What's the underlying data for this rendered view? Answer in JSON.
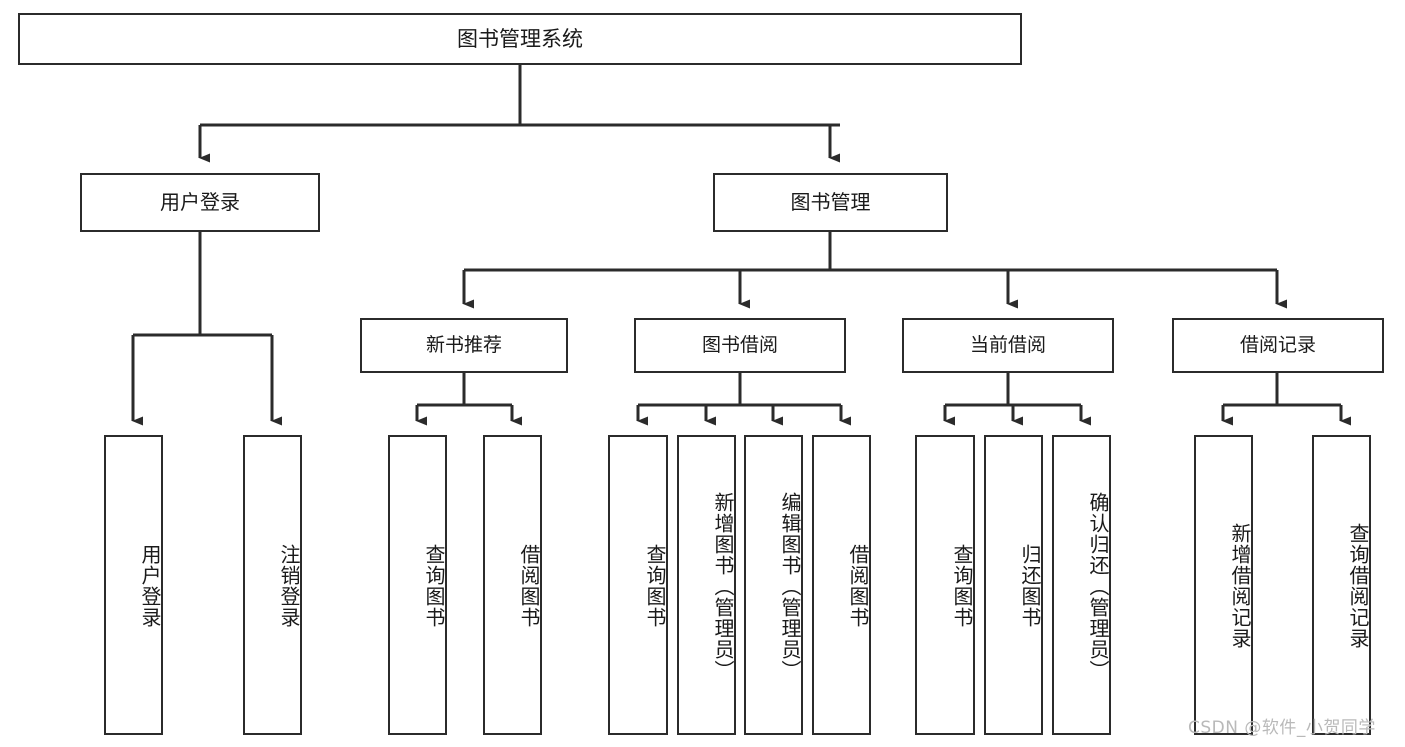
{
  "diagram": {
    "title": "图书管理系统",
    "type": "hierarchy-tree",
    "root": {
      "id": "root",
      "label": "图书管理系统"
    },
    "level2": [
      {
        "id": "user-login",
        "label": "用户登录"
      },
      {
        "id": "book-manage",
        "label": "图书管理"
      }
    ],
    "level3": [
      {
        "id": "new-book-rec",
        "label": "新书推荐"
      },
      {
        "id": "book-borrow",
        "label": "图书借阅"
      },
      {
        "id": "current-borrow",
        "label": "当前借阅"
      },
      {
        "id": "borrow-record",
        "label": "借阅记录"
      }
    ],
    "leaves": {
      "user_login": [
        {
          "id": "leaf-user-login",
          "label": "用户登录"
        },
        {
          "id": "leaf-logout",
          "label": "注销登录"
        }
      ],
      "new_book_rec": [
        {
          "id": "leaf-query-book-1",
          "label": "查询图书"
        },
        {
          "id": "leaf-borrow-book-1",
          "label": "借阅图书"
        }
      ],
      "book_borrow": [
        {
          "id": "leaf-query-book-2",
          "label": "查询图书"
        },
        {
          "id": "leaf-add-book",
          "label": "新增图书（管理员）"
        },
        {
          "id": "leaf-edit-book",
          "label": "编辑图书（管理员）"
        },
        {
          "id": "leaf-borrow-book-2",
          "label": "借阅图书"
        }
      ],
      "current_borrow": [
        {
          "id": "leaf-query-book-3",
          "label": "查询图书"
        },
        {
          "id": "leaf-return-book",
          "label": "归还图书"
        },
        {
          "id": "leaf-confirm-return",
          "label": "确认归还（管理员）"
        }
      ],
      "borrow_record": [
        {
          "id": "leaf-add-record",
          "label": "新增借阅记录"
        },
        {
          "id": "leaf-query-record",
          "label": "查询借阅记录"
        }
      ]
    }
  },
  "watermark": {
    "text": "CSDN @软件_小贺同学"
  },
  "colors": {
    "stroke": "#2b2b2b",
    "fill": "#ffffff",
    "text": "#1a1a1a",
    "watermark": "#b9b9b9"
  }
}
